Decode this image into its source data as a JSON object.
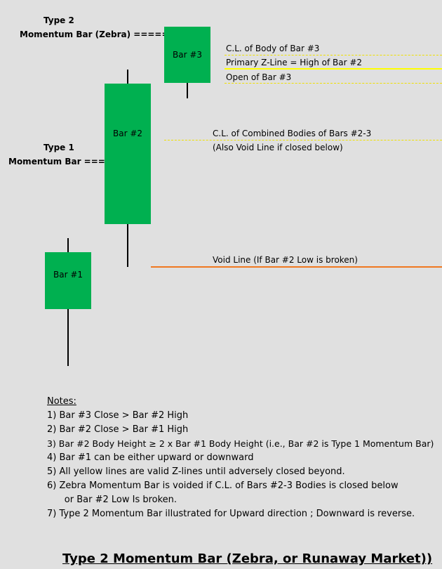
{
  "labels": {
    "type2_line1": "Type 2",
    "type2_line2": "Momentum Bar (Zebra) =======>",
    "type1_line1": "Type 1",
    "type1_line2": "Momentum Bar ====>",
    "bar1": "Bar #1",
    "bar2": "Bar #2",
    "bar3": "Bar #3",
    "cl_body_bar3": "C.L. of Body of Bar #3",
    "primary_zline": "Primary Z-Line = High of Bar #2",
    "open_bar3": "Open of Bar #3",
    "cl_combined_line1": "C.L. of Combined Bodies of Bars #2-3",
    "cl_combined_line2": "(Also Void Line if closed below)",
    "void_line": "Void Line (If Bar #2 Low is broken)"
  },
  "colors": {
    "bar_fill": "#00b050",
    "yellow_line": "#ffff00",
    "orange_line": "#f07820",
    "background": "#e0e0e0"
  },
  "notes": {
    "heading": "Notes:",
    "items": [
      "1)  Bar #3 Close  >  Bar #2 High",
      "2)  Bar #2 Close  >  Bar #1 High",
      "3)  Bar #2 Body Height  ≥  2 x Bar #1 Body Height  (i.e., Bar #2 is Type 1 Momentum Bar)",
      "4)  Bar #1 can be either upward or downward",
      "5)  All yellow lines are valid Z-lines until adversely closed beyond.",
      "6)  Zebra Momentum Bar is voided if C.L. of Bars #2-3 Bodies is closed below",
      "      or Bar #2 Low Is broken.",
      "7)  Type 2 Momentum Bar illustrated for Upward direction ;  Downward is reverse."
    ]
  },
  "title": "Type 2 Momentum Bar (Zebra, or Runaway Market))"
}
